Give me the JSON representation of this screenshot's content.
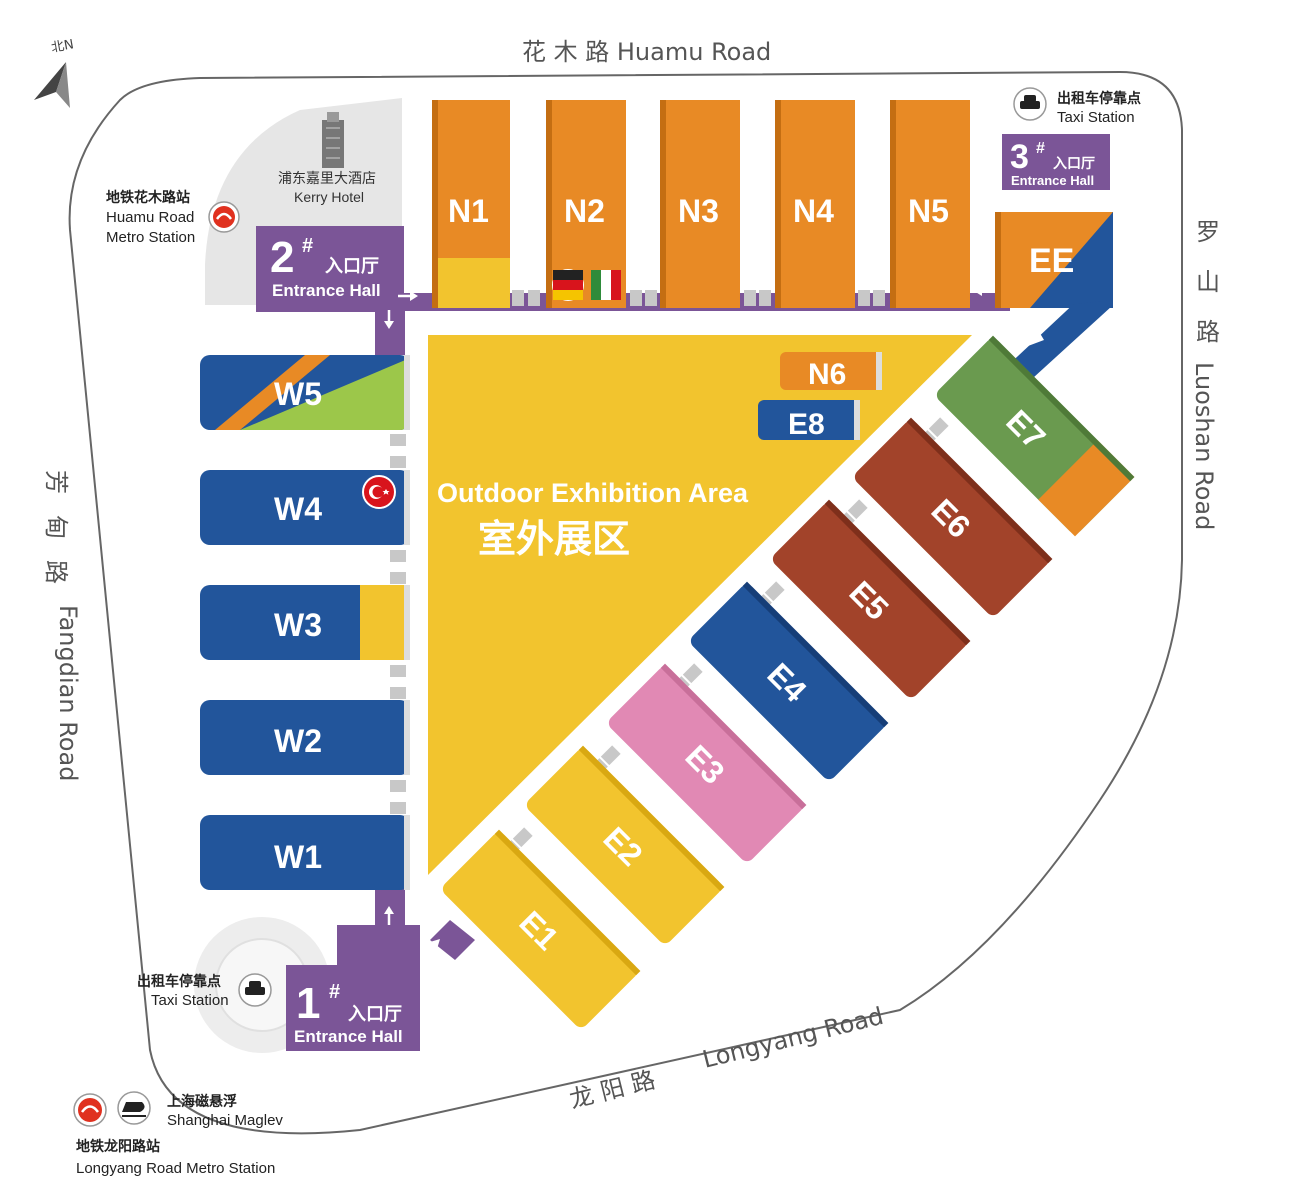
{
  "colors": {
    "orange": "#E88A25",
    "blue": "#22559B",
    "yellow": "#F2C42E",
    "green": "#6A9A4F",
    "lime": "#9CC74A",
    "brown": "#A2432A",
    "pink": "#E189B4",
    "purple": "#7B5597",
    "connector": "#C8C8C8",
    "metro_red": "#E0311F"
  },
  "compass": {
    "label": "北N"
  },
  "roads": {
    "north": "花 木 路   Huamu Road",
    "east_cn": [
      "罗",
      "山",
      "路"
    ],
    "east_en": "Luoshan Road",
    "west_cn": [
      "芳",
      "甸",
      "路"
    ],
    "west_en": "Fangdian Road",
    "south_cn": "龙 阳 路",
    "south_en": "Longyang Road"
  },
  "hotel": {
    "cn": "浦东嘉里大酒店",
    "en": "Kerry Hotel"
  },
  "metro_huamu": {
    "cn": "地铁花木路站",
    "en1": "Huamu Road",
    "en2": "Metro Station"
  },
  "taxi_ne": {
    "cn": "出租车停靠点",
    "en": "Taxi Station"
  },
  "taxi_sw": {
    "cn": "出租车停靠点",
    "en": "Taxi Station"
  },
  "maglev": {
    "cn": "上海磁悬浮",
    "en": "Shanghai Maglev"
  },
  "metro_longyang": {
    "cn": "地铁龙阳路站",
    "en": "Longyang Road Metro Station"
  },
  "entrances": [
    {
      "num": "1",
      "sup": "#",
      "cn": "入口厅",
      "en": "Entrance Hall"
    },
    {
      "num": "2",
      "sup": "#",
      "cn": "入口厅",
      "en": "Entrance Hall"
    },
    {
      "num": "3",
      "sup": "#",
      "cn": "入口厅",
      "en": "Entrance Hall"
    }
  ],
  "halls": {
    "N1": "N1",
    "N2": "N2",
    "N3": "N3",
    "N4": "N4",
    "N5": "N5",
    "EE": "EE",
    "W1": "W1",
    "W2": "W2",
    "W3": "W3",
    "W4": "W4",
    "W5": "W5",
    "N6": "N6",
    "E8": "E8",
    "E1": "E1",
    "E2": "E2",
    "E3": "E3",
    "E4": "E4",
    "E5": "E5",
    "E6": "E6",
    "E7": "E7"
  },
  "outdoor": {
    "en": "Outdoor Exhibition Area",
    "cn": "室外展区"
  },
  "flags": {
    "n2": [
      "germany-flag",
      "italy-flag"
    ],
    "w4": "turkey-flag"
  }
}
